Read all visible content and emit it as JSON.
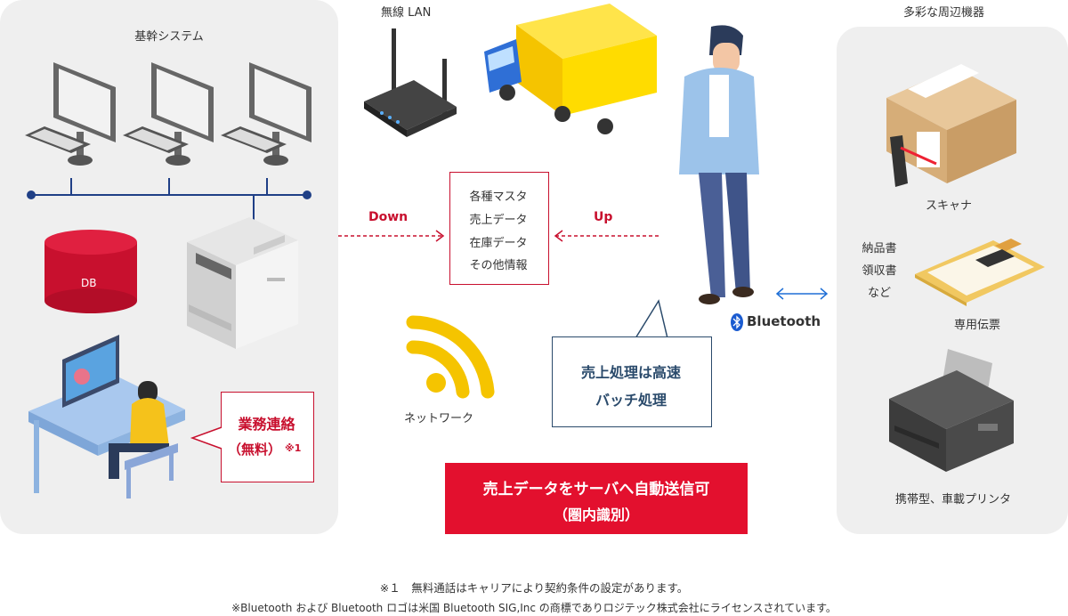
{
  "left_panel": {
    "title": "基幹システム",
    "db_label": "DB"
  },
  "right_panel": {
    "title": "多彩な周辺機器",
    "scanner_label": "スキャナ",
    "slip_note": [
      "納品書",
      "領収書",
      "など"
    ],
    "slip_label": "専用伝票",
    "printer_label": "携帯型、車載プリンタ"
  },
  "wireless_lan_label": "無線 LAN",
  "network_label": "ネットワーク",
  "down_label": "Down",
  "up_label": "Up",
  "data_box": [
    "各種マスタ",
    "売上データ",
    "在庫データ",
    "その他情報"
  ],
  "bluetooth_label": "Bluetooth",
  "gyomu_callout": {
    "line1": "業務連絡",
    "line2": "（無料）",
    "note_mark": "※1"
  },
  "sales_callout": {
    "line1": "売上処理は高速",
    "line2": "バッチ処理"
  },
  "red_banner": {
    "line1": "売上データをサーバへ自動送信可",
    "line2": "（圏内識別）"
  },
  "footnotes": [
    "※１　無料通話はキャリアにより契約条件の設定があります。",
    "※Bluetooth および Bluetooth ロゴは米国 Bluetooth SIG,Inc の商標でありロジテック株式会社にライセンスされています。"
  ],
  "colors": {
    "accent_red": "#c8102e",
    "callout_blue": "#2a4a6b",
    "panel_gray": "#efefef",
    "network_blue": "#1f3f86"
  }
}
